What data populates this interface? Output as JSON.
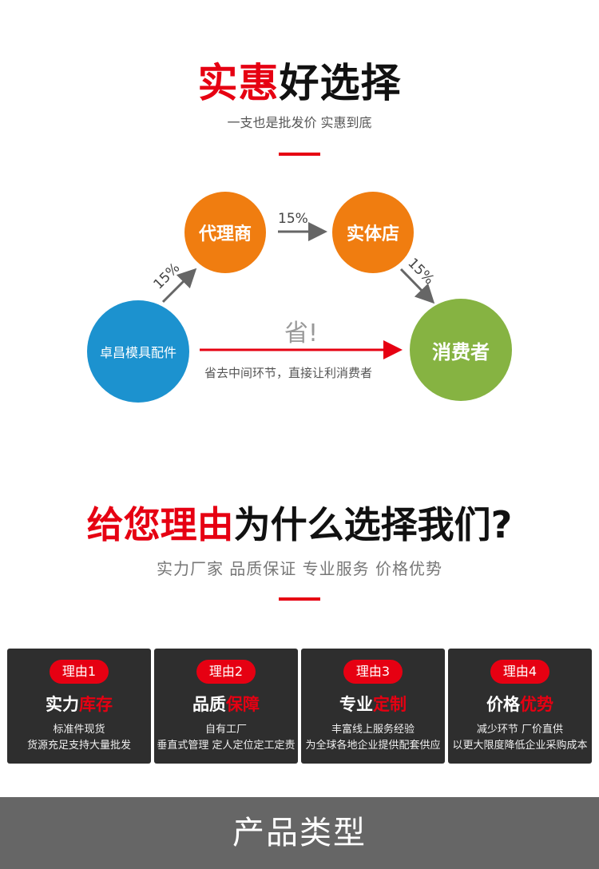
{
  "section1": {
    "title_red": "实惠",
    "title_black": "好选择",
    "subtitle": "一支也是批发价 实惠到底",
    "nodes": {
      "agent": "代理商",
      "store": "实体店",
      "brand": "卓昌模具配件",
      "consumer": "消费者"
    },
    "percent_agent": "15%",
    "percent_store": "15%",
    "percent_consumer": "15%",
    "save_label": "省!",
    "save_desc": "省去中间环节，直接让利消费者",
    "colors": {
      "accent_red": "#e60012",
      "orange": "#f07d10",
      "blue": "#1c92cf",
      "green": "#86b342"
    }
  },
  "section2": {
    "title_red": "给您理由",
    "title_black": "为什么选择我们?",
    "subtitle": "实力厂家 品质保证 专业服务 价格优势",
    "cards": [
      {
        "tag": "理由1",
        "title_white": "实力",
        "title_red": "库存",
        "line1": "标准件现货",
        "line2": "货源充足支持大量批发"
      },
      {
        "tag": "理由2",
        "title_white": "品质",
        "title_red": "保障",
        "line1": "自有工厂",
        "line2": "垂直式管理 定人定位定工定责"
      },
      {
        "tag": "理由3",
        "title_white": "专业",
        "title_red": "定制",
        "line1": "丰富线上服务经验",
        "line2": "为全球各地企业提供配套供应"
      },
      {
        "tag": "理由4",
        "title_white": "价格",
        "title_red": "优势",
        "line1": "减少环节 厂价直供",
        "line2": "以更大限度降低企业采购成本"
      }
    ]
  },
  "footer": {
    "label": "产品类型"
  }
}
